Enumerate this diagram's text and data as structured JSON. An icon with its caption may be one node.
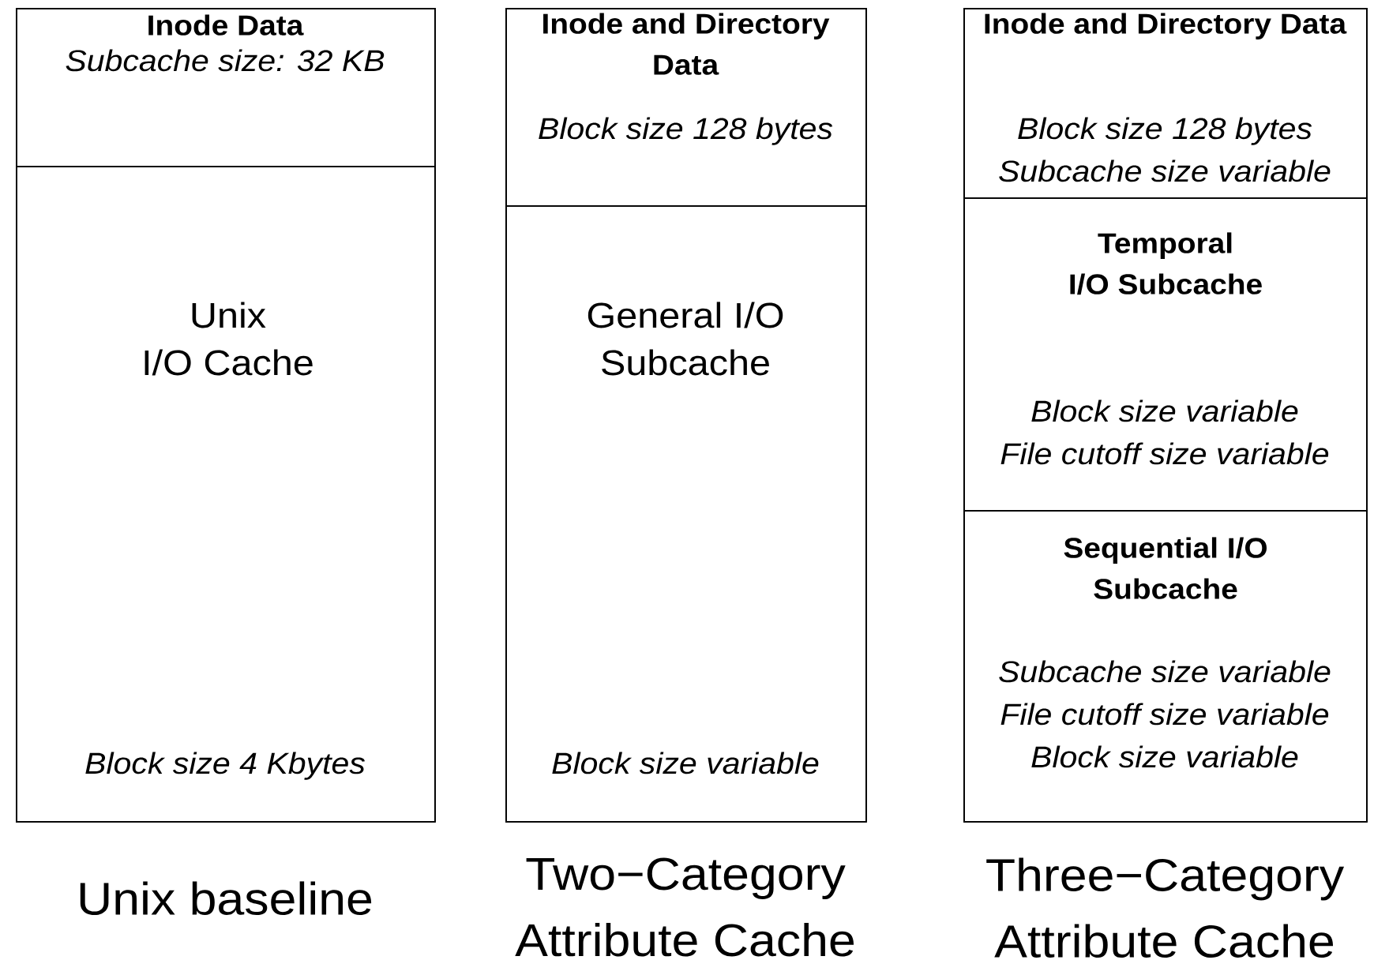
{
  "diagram": {
    "nodes": [
      {
        "text": [],
        "shape": "box",
        "beside": [
          "Unix baseline"
        ]
      },
      {
        "text": [
          "Inode Data",
          "Subcache size: 32 KB"
        ],
        "in": 0
      },
      {
        "text": [
          "Unix I/O Cache",
          "Block size 4 Kbytes"
        ],
        "in": 0
      },
      {
        "text": [],
        "shape": "box",
        "beside": [
          "Two−Category Attribute Cache"
        ]
      },
      {
        "text": [
          "Inode and Directory Data",
          "Block size 128 bytes"
        ],
        "in": 3
      },
      {
        "text": [
          "General I/O Subcache",
          "Block size variable"
        ],
        "in": 3
      },
      {
        "text": [],
        "shape": "box",
        "beside": [
          "Three−Category Attribute Cache"
        ]
      },
      {
        "text": [
          "Inode and Directory Data",
          "Block size 128 bytes Subcache size variable"
        ],
        "in": 6
      },
      {
        "text": [
          "Temporal I/O Subcache",
          "Block size variable File cutoff size variable"
        ],
        "in": 6
      },
      {
        "text": [
          "Sequential I/O Subcache",
          "Subcache size variable File cutoff size variable Block size variable"
        ],
        "in": 6
      }
    ]
  }
}
